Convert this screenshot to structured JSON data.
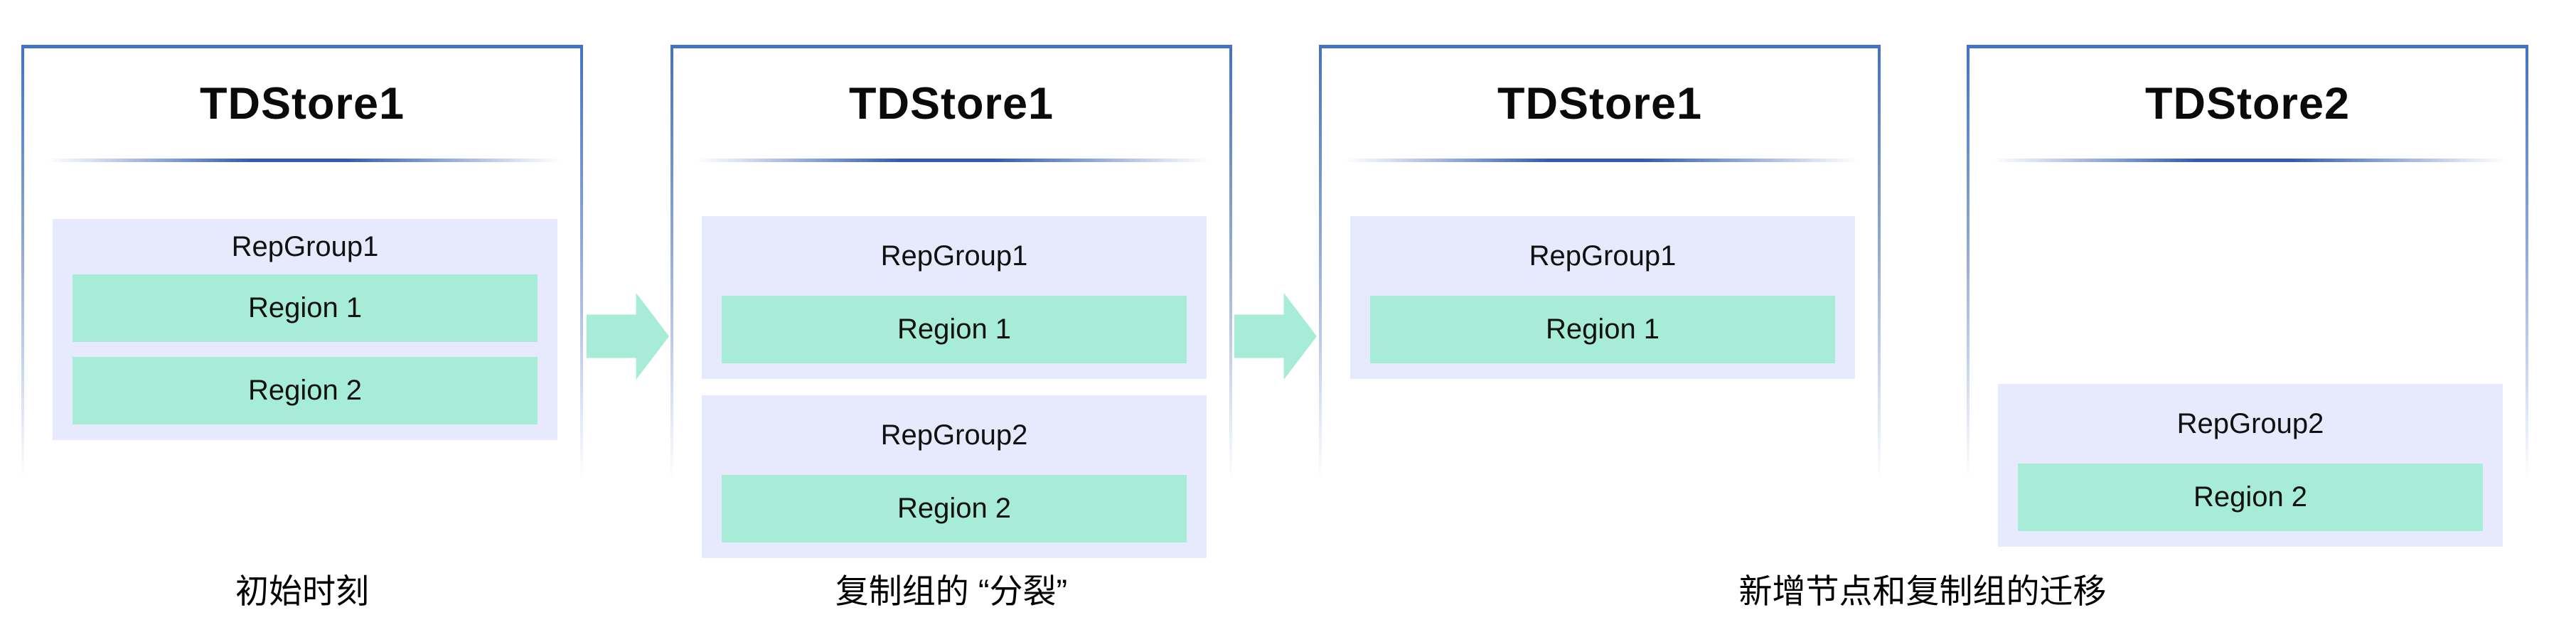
{
  "colors": {
    "panel_border_blue": "#4273C6",
    "divider_blue": "#2F5BB7",
    "group_fill": "#E6EAFC",
    "region_fill": "#A7ECD7",
    "arrow_fill": "#A7ECD7",
    "text_color": "#0A0A0A"
  },
  "panels": [
    {
      "title": "TDStore1",
      "groups": [
        {
          "name": "RepGroup1",
          "regions": [
            "Region 1",
            "Region 2"
          ]
        }
      ]
    },
    {
      "title": "TDStore1",
      "groups": [
        {
          "name": "RepGroup1",
          "regions": [
            "Region 1"
          ]
        },
        {
          "name": "RepGroup2",
          "regions": [
            "Region 2"
          ]
        }
      ]
    },
    {
      "title": "TDStore1",
      "groups": [
        {
          "name": "RepGroup1",
          "regions": [
            "Region 1"
          ]
        }
      ]
    },
    {
      "title": "TDStore2",
      "groups": [
        {
          "name": "RepGroup2",
          "regions": [
            "Region 2"
          ]
        }
      ]
    }
  ],
  "captions": [
    {
      "text": "初始时刻"
    },
    {
      "text": "复制组的 “分裂”"
    },
    {
      "text": "新增节点和复制组的迁移"
    }
  ],
  "arrows": [
    {
      "name": "flow-arrow-1"
    },
    {
      "name": "flow-arrow-2"
    }
  ]
}
